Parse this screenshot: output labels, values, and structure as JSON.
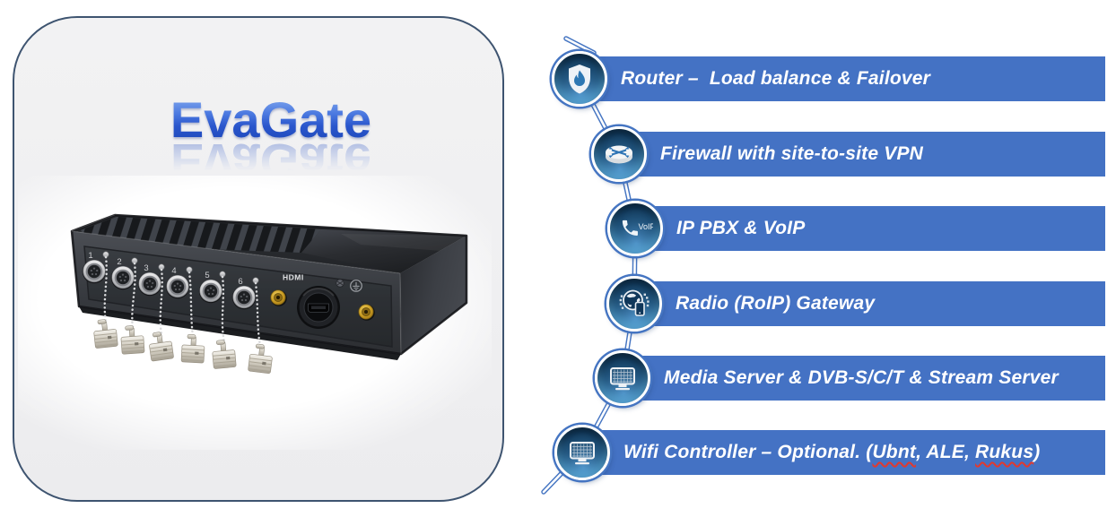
{
  "brand": {
    "logo_text": "EvaGate"
  },
  "device": {
    "port_labels": [
      "1",
      "2",
      "3",
      "4",
      "5",
      "6"
    ],
    "hdmi_label": "HDMI"
  },
  "features": [
    {
      "icon": "shield-flame-icon",
      "label": "Router –  Load balance & Failover"
    },
    {
      "icon": "router-disc-icon",
      "label": "Firewall with site-to-site VPN"
    },
    {
      "icon": "voip-phone-icon",
      "label": "IP PBX & VoIP",
      "icon_text": "VoIP"
    },
    {
      "icon": "globe-roip-icon",
      "label": "Radio (RoIP) Gateway"
    },
    {
      "icon": "monitor-icon",
      "label": "Media Server & DVB-S/C/T & Stream Server"
    },
    {
      "icon": "monitor-icon",
      "label_parts": [
        {
          "t": "Wifi Controller – Optional. ("
        },
        {
          "t": "Ubnt",
          "misspelled": true
        },
        {
          "t": ", ALE, "
        },
        {
          "t": "Rukus",
          "misspelled": true
        },
        {
          "t": ")"
        }
      ]
    }
  ],
  "colors": {
    "bar_blue": "#4472C4",
    "card_border": "#3E5470",
    "connector_line_blue": "#4575C2",
    "logo_blue": "#2A56CC",
    "badge_ring_blue": "#4575C2",
    "misspell_red": "#E03A2F"
  }
}
